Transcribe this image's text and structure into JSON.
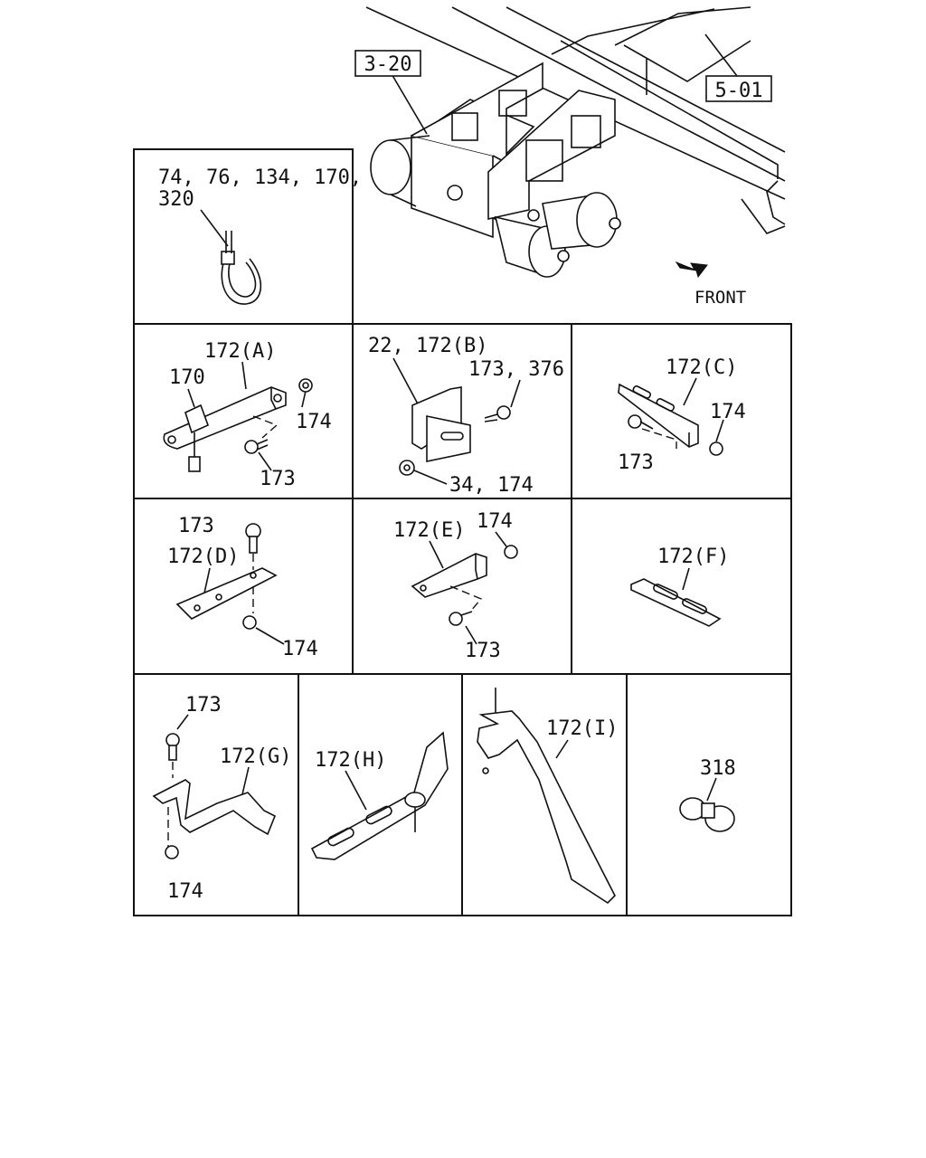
{
  "overview": {
    "ref_left": "3-20",
    "ref_right": "5-01",
    "front_label": "FRONT",
    "front_arrow_icon": "arrow-right-down-icon"
  },
  "cells": {
    "tie": {
      "label_line1": "74, 76, 134, 170,",
      "label_line2": "320"
    },
    "a": {
      "bracket": "172(A)",
      "clip": "170",
      "nut": "174",
      "bolt": "173"
    },
    "b": {
      "bracket": "22, 172(B)",
      "bolt": "173, 376",
      "nut": "34, 174"
    },
    "c": {
      "bracket": "172(C)",
      "nut": "174",
      "bolt": "173"
    },
    "d": {
      "bolt": "173",
      "bracket": "172(D)",
      "nut": "174"
    },
    "e": {
      "bracket": "172(E)",
      "nut": "174",
      "bolt": "173"
    },
    "f": {
      "bracket": "172(F)"
    },
    "g": {
      "bolt": "173",
      "bracket": "172(G)",
      "nut": "174"
    },
    "h": {
      "bracket": "172(H)"
    },
    "i": {
      "bracket": "172(I)"
    },
    "clip": {
      "part": "318"
    }
  }
}
